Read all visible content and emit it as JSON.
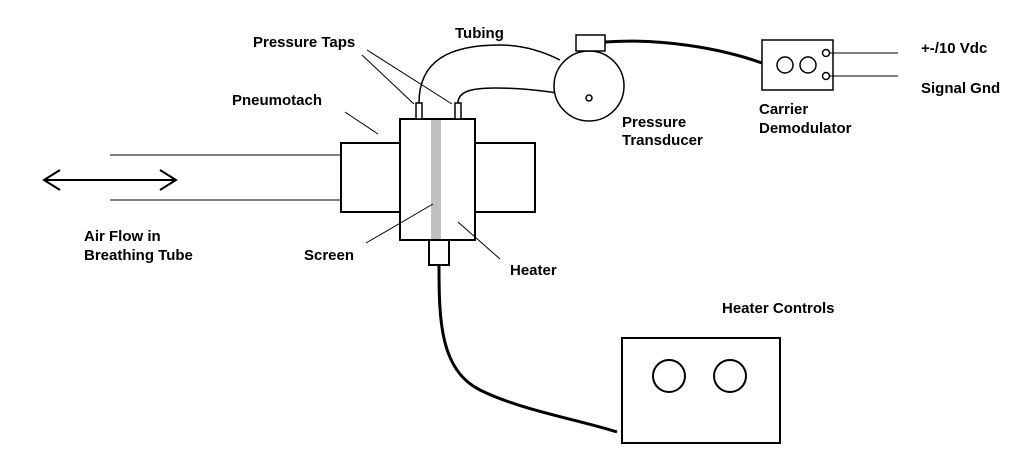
{
  "labels": {
    "pressure_taps": "Pressure Taps",
    "tubing": "Tubing",
    "pneumotach": "Pneumotach",
    "pressure_transducer_line1": "Pressure",
    "pressure_transducer_line2": "Transducer",
    "carrier_demodulator_line1": "Carrier",
    "carrier_demodulator_line2": "Demodulator",
    "supply_voltage": "+-/10 Vdc",
    "signal_ground": "Signal Gnd",
    "air_flow_line1": "Air Flow in",
    "air_flow_line2": "Breathing Tube",
    "screen": "Screen",
    "heater": "Heater",
    "heater_controls": "Heater Controls"
  },
  "colors": {
    "stroke": "#000000",
    "screen_fill": "#c0c0c0",
    "background": "#ffffff"
  }
}
